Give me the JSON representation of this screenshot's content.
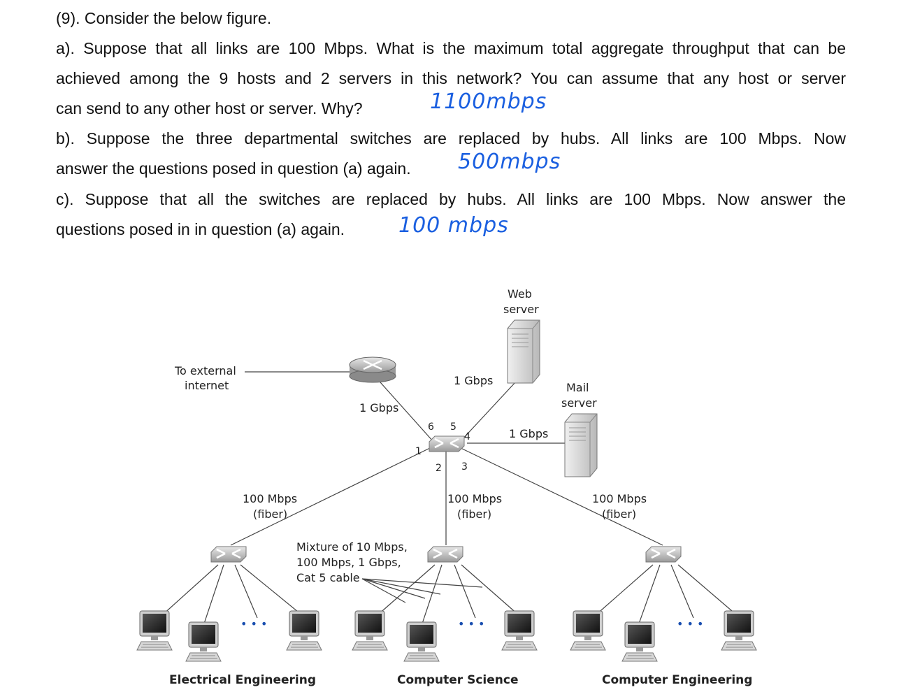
{
  "question": {
    "title": "(9). Consider the below figure.",
    "a_line1": "a). Suppose that all links are 100 Mbps. What is the maximum total aggregate throughput that can be",
    "a_line2": "achieved among the 9 hosts and 2 servers in this network? You can assume that any host or server",
    "a_line3": "can send to any other host or server. Why?",
    "b_line1": "b). Suppose the three departmental switches are replaced by hubs. All links are 100 Mbps. Now",
    "b_line2": "answer the questions posed in question (a) again.",
    "c_line1": "c). Suppose that all the switches are replaced by hubs. All links are 100 Mbps. Now answer the",
    "c_line2": "questions posed in in question (a) again."
  },
  "answers": {
    "a": "1100mbps",
    "b": "500mbps",
    "c": "100 mbps"
  },
  "diagram": {
    "external": [
      "To external",
      "internet"
    ],
    "web_server": [
      "Web",
      "server"
    ],
    "mail_server": [
      "Mail",
      "server"
    ],
    "router_link": "1 Gbps",
    "web_link": "1 Gbps",
    "mail_link": "1 Gbps",
    "ports": [
      "1",
      "2",
      "3",
      "4",
      "5",
      "6"
    ],
    "ee_link": [
      "100 Mbps",
      "(fiber)"
    ],
    "cs_link": [
      "100 Mbps",
      "(fiber)"
    ],
    "ce_link": [
      "100 Mbps",
      "(fiber)"
    ],
    "mixture": [
      "Mixture of 10 Mbps,",
      "100 Mbps, 1 Gbps,",
      "Cat 5 cable"
    ],
    "departments": [
      "Electrical Engineering",
      "Computer Science",
      "Computer Engineering"
    ],
    "ellipsis": "• • •"
  },
  "colors": {
    "handwriting": "#1a5fe0",
    "line": "#444444"
  }
}
